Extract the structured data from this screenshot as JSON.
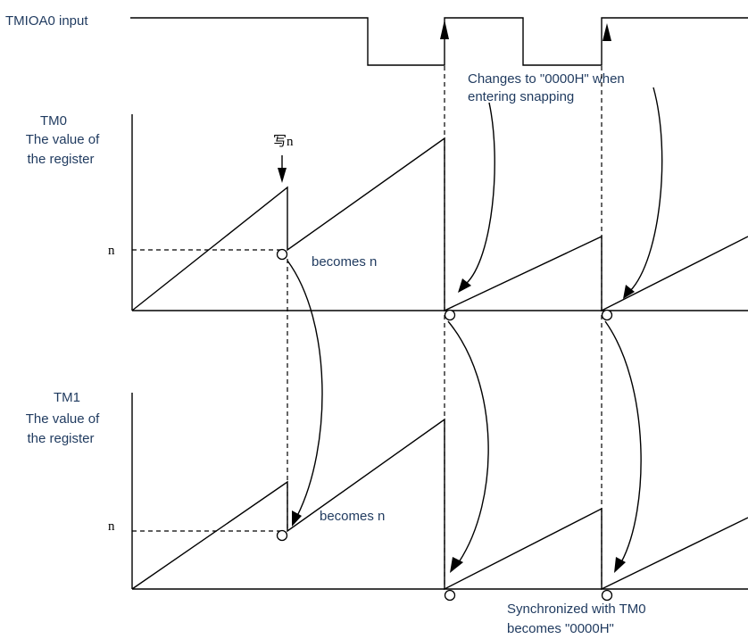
{
  "labels": {
    "tmioa0_input": "TMIOA0 input",
    "changes_line1": "Changes to \"0000H\" when",
    "changes_line2": "entering snapping",
    "tm0_title": "TM0",
    "tm1_title": "TM1",
    "value_of": "The value of",
    "the_register": "the register",
    "write_char": "写",
    "write_n": "n",
    "n_level": "n",
    "becomes_n": "becomes n",
    "sync_line1": "Synchronized with TM0",
    "sync_line2": "becomes \"0000H\""
  }
}
